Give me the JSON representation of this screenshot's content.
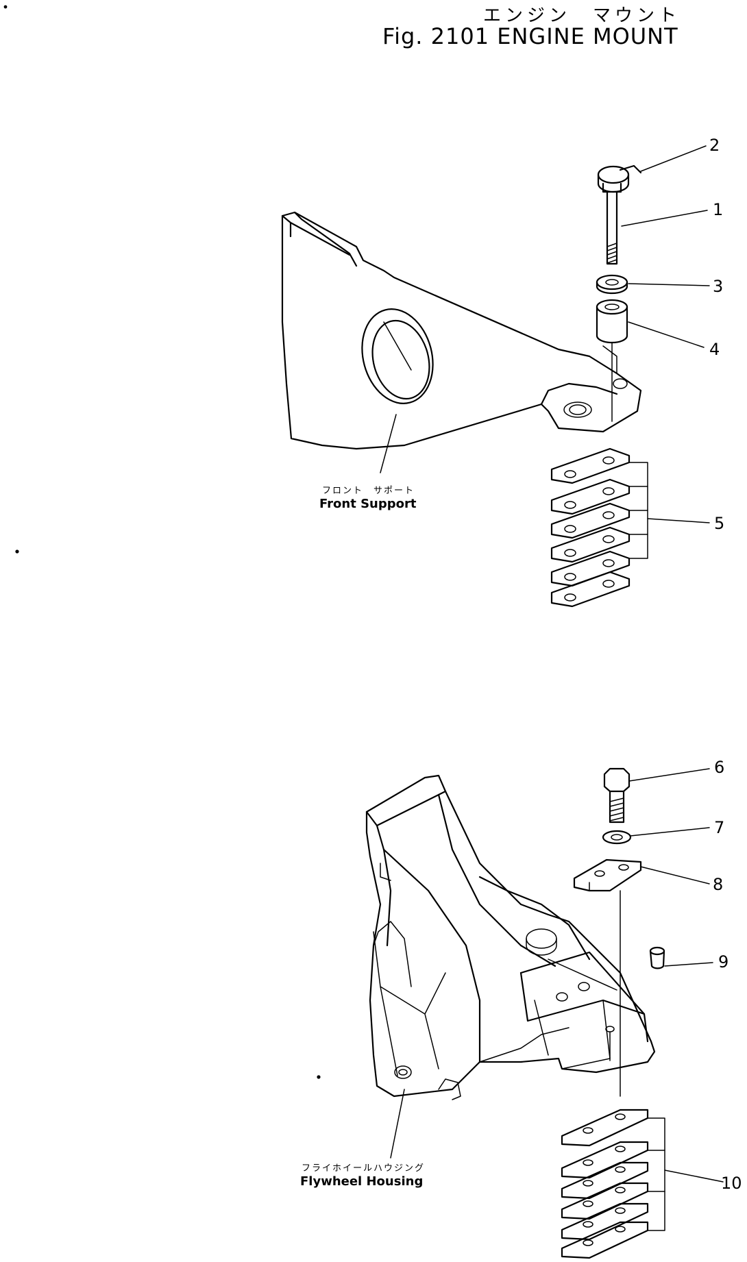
{
  "header": {
    "title_jp": "エンジン　マウント",
    "title_en": "Fig. 2101 ENGINE MOUNT"
  },
  "captions": {
    "front_support_jp": "フロント　サポート",
    "front_support_en": "Front Support",
    "flywheel_housing_jp": "フライホイールハウジング",
    "flywheel_housing_en": "Flywheel Housing"
  },
  "callouts": [
    "1",
    "2",
    "3",
    "4",
    "5",
    "6",
    "7",
    "8",
    "9",
    "10"
  ],
  "icons": {
    "front_support": "front-support-bracket-drawing",
    "flywheel_housing": "flywheel-housing-drawing"
  }
}
